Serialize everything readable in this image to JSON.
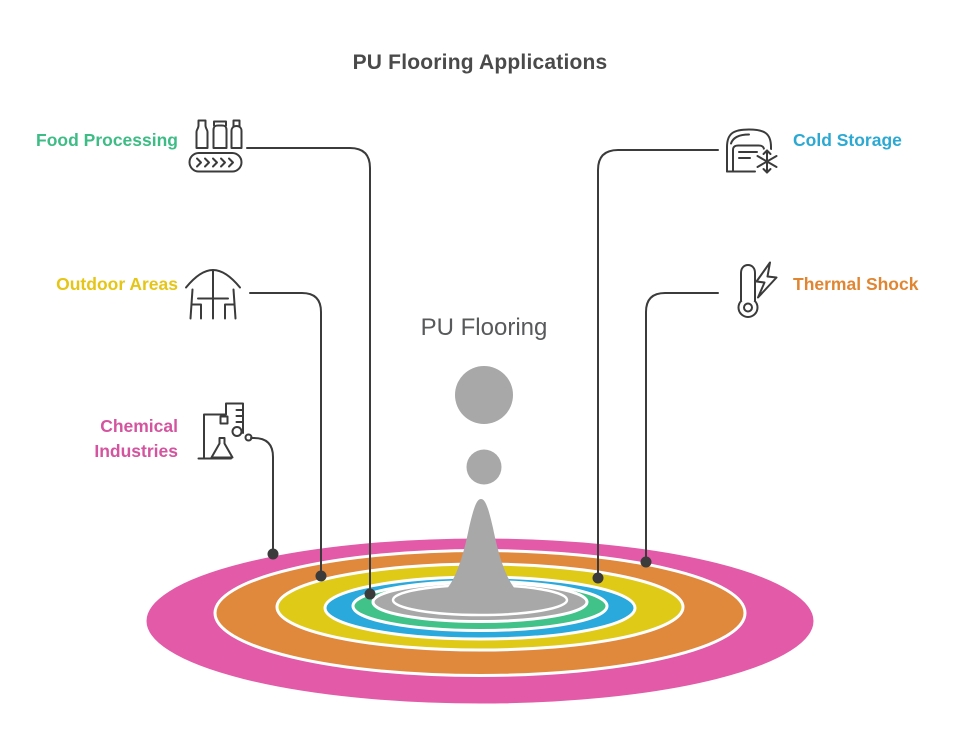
{
  "title": "PU Flooring Applications",
  "center_label": "PU Flooring",
  "labels": {
    "food_processing": {
      "text": "Food Processing",
      "color": "#3EBC85",
      "icon": "bottles-conveyor"
    },
    "cold_storage": {
      "text": "Cold Storage",
      "color": "#2BA9D3",
      "icon": "cold-warehouse-snowflake"
    },
    "outdoor_areas": {
      "text": "Outdoor Areas",
      "color": "#E5C617",
      "icon": "patio-umbrella-table"
    },
    "thermal_shock": {
      "text": "Thermal Shock",
      "color": "#E08632",
      "icon": "thermometer-lightning"
    },
    "chemical_industries": {
      "text": "Chemical Industries",
      "color": "#D4549F",
      "icon": "chemical-plant-flask"
    }
  },
  "rings": [
    {
      "name": "pink",
      "color": "#E25AA8",
      "links_to": "Chemical Industries"
    },
    {
      "name": "orange",
      "color": "#E0883C",
      "links_to": "Thermal Shock"
    },
    {
      "name": "yellow",
      "color": "#E0CA18",
      "links_to": "Outdoor Areas"
    },
    {
      "name": "blue",
      "color": "#2AA9DC",
      "links_to": "Cold Storage"
    },
    {
      "name": "green",
      "color": "#40C289",
      "links_to": "Food Processing"
    }
  ],
  "colors": {
    "title_text": "#4A4A4A",
    "center_text": "#58595B",
    "line": "#3B3B3B",
    "splash": "#A8A8A8"
  }
}
